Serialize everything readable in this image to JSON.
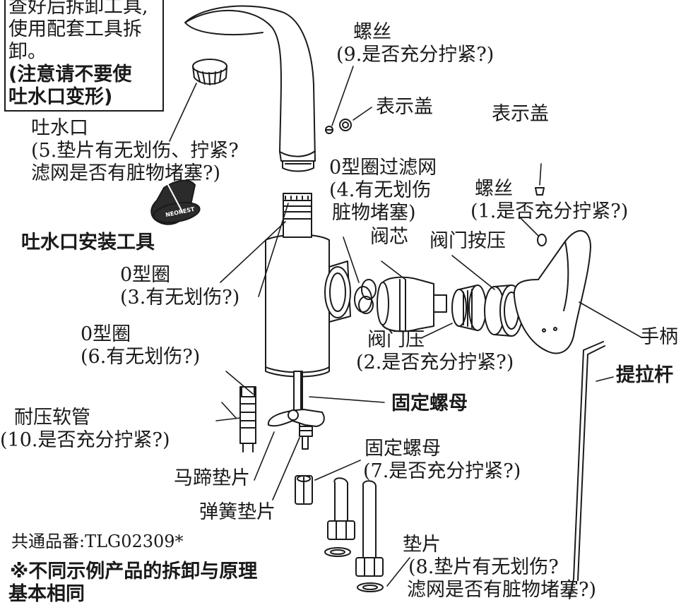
{
  "notice": {
    "line1": "查好后拆卸工具,",
    "line2": "使用配套工具拆",
    "line3": "卸。",
    "line4": "(注意请不要使",
    "line5": "吐水口变形)"
  },
  "labels": {
    "screw_top": "螺丝",
    "screw_top_note": "(9.是否充分拧紧?)",
    "cover_top": "表示盖",
    "cover_right": "表示盖",
    "spout": "吐水口",
    "spout_note1": "(5.垫片有无划伤、拧紧?",
    "spout_note2": "滤网是否有脏物堵塞?)",
    "oring_filter": "0型圈过滤网",
    "oring_filter_note1": "(4.有无划伤",
    "oring_filter_note2": "脏物堵塞)",
    "screw_right": "螺丝",
    "screw_right_note": "(1.是否充分拧紧?)",
    "spout_tool": "吐水口安装工具",
    "cartridge": "阀芯",
    "valve_press": "阀门按压",
    "oring_3": "0型圈",
    "oring_3_note": "(3.有无划伤?)",
    "valve_nut": "阀门压",
    "valve_nut_note": "(2.是否充分拧紧?)",
    "handle": "手柄",
    "oring_6": "0型圈",
    "oring_6_note": "(6.有无划伤?)",
    "lift_rod": "提拉杆",
    "fixing_nut_main": "固定螺母",
    "hose": "耐压软管",
    "hose_note": "(10.是否充分拧紧?)",
    "fixing_nut_2": "固定螺母",
    "fixing_nut_2_note": "(7.是否充分拧紧?)",
    "horseshoe_washer": "马蹄垫片",
    "spring_washer": "弹簧垫片",
    "part_number": "共通品番:TLG02309*",
    "gasket": "垫片",
    "gasket_note1": "(8.垫片有无划伤?",
    "gasket_note2": "滤网是否有脏物堵塞?)",
    "footnote1": "※不同示例产品的拆卸与原理",
    "footnote2": "基本相同"
  },
  "tool_brand": "NEOREST",
  "colors": {
    "ink": "#1a1a1a",
    "paper": "#ffffff",
    "tool": "#2b2b2b"
  }
}
